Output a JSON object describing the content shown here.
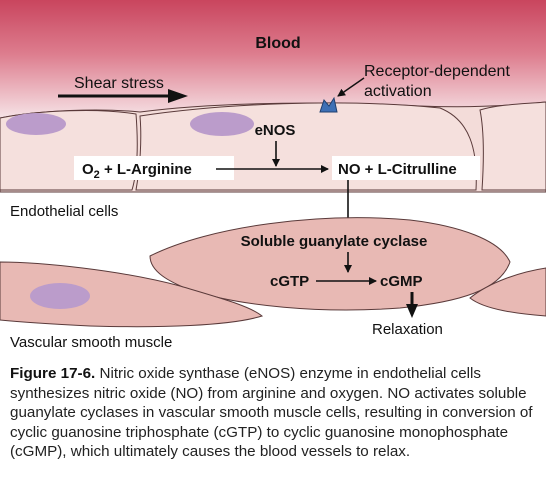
{
  "diagram": {
    "blood_label": "Blood",
    "shear_stress_label": "Shear stress",
    "receptor_label_line1": "Receptor-dependent",
    "receptor_label_line2": "activation",
    "enzyme_label": "eNOS",
    "substrate_o2": "O",
    "substrate_o2_sub": "2",
    "substrate_rest": " + L-Arginine",
    "product_label": "NO + L-Citrulline",
    "endothelial_label": "Endothelial cells",
    "cyclase_label": "Soluble guanylate cyclase",
    "cgtp_label": "cGTP",
    "cgmp_label": "cGMP",
    "relaxation_label": "Relaxation",
    "smooth_muscle_label": "Vascular smooth muscle"
  },
  "caption": {
    "figure_number": "Figure 17-6.",
    "text": "Nitric oxide synthase (eNOS) enzyme in endothelial cells synthesizes nitric oxide (NO) from arginine and oxygen. NO activates soluble guanylate cyclases in vascular smooth muscle cells, resulting in conversion of cyclic guanosine triphosphate (cGTP) to cyclic guanosine monophosphate (cGMP), which ultimately causes the blood vessels to relax."
  },
  "colors": {
    "blood_top": "#c9455e",
    "blood_bottom": "#f6e3e6",
    "cell_fill": "#f3dcd9",
    "nucleus": "#bb9ccb",
    "muscle_fill": "#e8b9b4",
    "receptor": "#3d70b5"
  }
}
